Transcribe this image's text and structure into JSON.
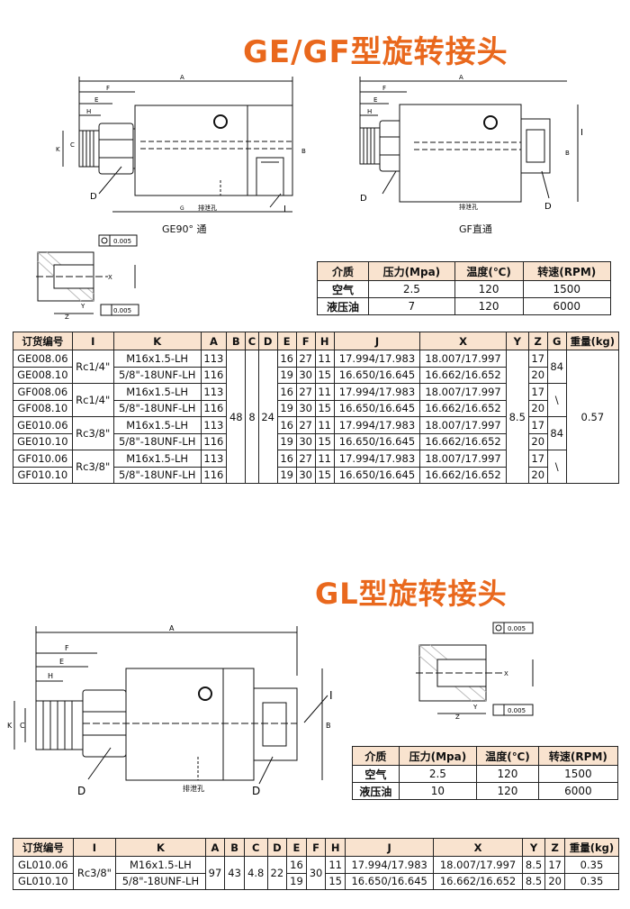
{
  "section1": {
    "title": "GE/GF型旋转接头",
    "label_ge": "GE90° 通",
    "label_gf": "GF直通",
    "drain_label": "排泄孔",
    "dim_letters": {
      "A": "A",
      "F": "F",
      "E": "E",
      "H": "H",
      "C": "C",
      "K": "K",
      "B": "B",
      "J": "J",
      "G": "G",
      "D": "D",
      "I": "I",
      "X": "X",
      "Y": "Y",
      "Z": "Z"
    },
    "tol": "0.005",
    "media_table": {
      "headers": [
        "介质",
        "压力(Mpa)",
        "温度(℃)",
        "转速(RPM)"
      ],
      "rows": [
        [
          "空气",
          "2.5",
          "120",
          "1500"
        ],
        [
          "液压油",
          "7",
          "120",
          "6000"
        ]
      ]
    },
    "spec_table": {
      "headers": [
        "订货编号",
        "I",
        "K",
        "A",
        "B",
        "C",
        "D",
        "E",
        "F",
        "H",
        "J",
        "X",
        "Y",
        "Z",
        "G",
        "重量(kg)"
      ],
      "codes": [
        "GE008.06",
        "GE008.10",
        "GF008.06",
        "GF008.10",
        "GE010.06",
        "GE010.10",
        "GF010.06",
        "GF010.10"
      ],
      "I": [
        "Rc1/4\"",
        "Rc1/4\"",
        "Rc3/8\"",
        "Rc3/8\""
      ],
      "K": [
        "M16x1.5-LH",
        "5/8\"-18UNF-LH",
        "M16x1.5-LH",
        "5/8\"-18UNF-LH",
        "M16x1.5-LH",
        "5/8\"-18UNF-LH",
        "M16x1.5-LH",
        "5/8\"-18UNF-LH"
      ],
      "A": [
        "113",
        "116",
        "113",
        "116",
        "113",
        "116",
        "113",
        "116"
      ],
      "B": "48",
      "C": "8",
      "D": "24",
      "E": [
        "16",
        "19",
        "16",
        "19",
        "16",
        "19",
        "16",
        "19"
      ],
      "F": [
        "27",
        "30",
        "27",
        "30",
        "27",
        "30",
        "27",
        "30"
      ],
      "H": [
        "11",
        "15",
        "11",
        "15",
        "11",
        "15",
        "11",
        "15"
      ],
      "J": [
        "17.994/17.983",
        "16.650/16.645",
        "17.994/17.983",
        "16.650/16.645",
        "17.994/17.983",
        "16.650/16.645",
        "17.994/17.983",
        "16.650/16.645"
      ],
      "X": [
        "18.007/17.997",
        "16.662/16.652",
        "18.007/17.997",
        "16.662/16.652",
        "18.007/17.997",
        "16.662/16.652",
        "18.007/17.997",
        "16.662/16.652"
      ],
      "Y": "8.5",
      "Z": [
        "17",
        "20",
        "17",
        "20",
        "17",
        "20",
        "17",
        "20"
      ],
      "G": [
        "84",
        "\\",
        "84",
        "\\"
      ],
      "weight": "0.57"
    }
  },
  "section2": {
    "title": "GL型旋转接头",
    "drain_label": "排泄孔",
    "tol": "0.005",
    "media_table": {
      "headers": [
        "介质",
        "压力(Mpa)",
        "温度(℃)",
        "转速(RPM)"
      ],
      "rows": [
        [
          "空气",
          "2.5",
          "120",
          "1500"
        ],
        [
          "液压油",
          "10",
          "120",
          "6000"
        ]
      ]
    },
    "spec_table": {
      "headers": [
        "订货编号",
        "I",
        "K",
        "A",
        "B",
        "C",
        "D",
        "E",
        "F",
        "H",
        "J",
        "X",
        "Y",
        "Z",
        "重量(kg)"
      ],
      "codes": [
        "GL010.06",
        "GL010.10"
      ],
      "I": "Rc3/8\"",
      "K": [
        "M16x1.5-LH",
        "5/8\"-18UNF-LH"
      ],
      "A": "97",
      "B": "43",
      "C": "4.8",
      "D": "22",
      "E": [
        "16",
        "19"
      ],
      "F": "30",
      "H": [
        "11",
        "15"
      ],
      "J": [
        "17.994/17.983",
        "16.650/16.645"
      ],
      "X": [
        "18.007/17.997",
        "16.662/16.652"
      ],
      "Y": [
        "8.5",
        "8.5"
      ],
      "Z": [
        "17",
        "20"
      ],
      "weight": [
        "0.35",
        "0.35"
      ]
    }
  }
}
